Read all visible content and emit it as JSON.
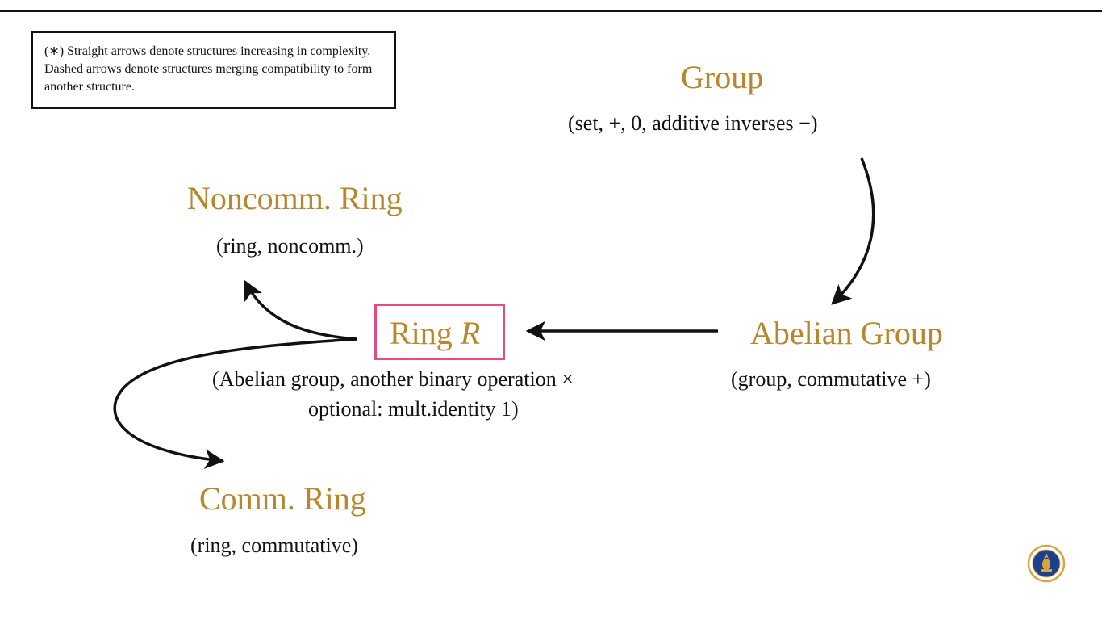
{
  "note": "(∗) Straight arrows denote structures increasing in complexity. Dashed arrows denote structures merging compatibility to form another structure.",
  "nodes": {
    "group": {
      "title": "Group",
      "desc": "(set, +, 0, additive inverses −)"
    },
    "abelian_group": {
      "title": "Abelian Group",
      "desc": "(group, commutative +)"
    },
    "ring": {
      "title_prefix": "Ring",
      "title_var": "R",
      "desc_line1": "(Abelian group, another binary operation ×",
      "desc_line2": "optional: mult.identity 1)"
    },
    "noncomm_ring": {
      "title": "Noncomm. Ring",
      "desc": "(ring, noncomm.)"
    },
    "comm_ring": {
      "title": "Comm. Ring",
      "desc": "(ring, commutative)"
    }
  },
  "edges": [
    {
      "from": "Group",
      "to": "Abelian Group",
      "style": "solid"
    },
    {
      "from": "Abelian Group",
      "to": "Ring R",
      "style": "solid"
    },
    {
      "from": "Ring R",
      "to": "Noncomm. Ring",
      "style": "solid"
    },
    {
      "from": "Ring R",
      "to": "Comm. Ring",
      "style": "solid"
    }
  ],
  "colors": {
    "title": "#b8862d",
    "highlight_border": "#e84a7f",
    "text": "#111111",
    "logo_blue": "#1d3f8f",
    "logo_gold": "#d6a642"
  },
  "logo": {
    "icon": "university-seal-icon"
  }
}
